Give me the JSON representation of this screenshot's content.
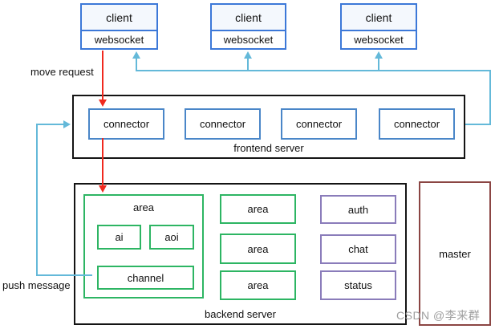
{
  "clients": [
    {
      "name": "client",
      "protocol": "websocket"
    },
    {
      "name": "client",
      "protocol": "websocket"
    },
    {
      "name": "client",
      "protocol": "websocket"
    }
  ],
  "frontend_server": {
    "label": "frontend server",
    "connectors": [
      "connector",
      "connector",
      "connector",
      "connector"
    ]
  },
  "backend_server": {
    "label": "backend server",
    "area_group": {
      "label": "area",
      "modules": [
        "ai",
        "aoi"
      ],
      "channel_label": "channel"
    },
    "areas": [
      "area",
      "area",
      "area"
    ],
    "services": [
      "auth",
      "chat",
      "status"
    ]
  },
  "master": {
    "label": "master"
  },
  "labels": {
    "move_request": "move request",
    "push_message": "push message"
  },
  "watermark": "CSDN @李来群",
  "colors": {
    "client_border": "#3c78d8",
    "connector_border": "#4a86c8",
    "server_border": "#141414",
    "area_border": "#2db563",
    "service_border": "#8a7cba",
    "master_border": "#8b4543",
    "arrow_red": "#f0291e",
    "arrow_cyan": "#64b9d9",
    "watermark": "#9e9e9e"
  }
}
